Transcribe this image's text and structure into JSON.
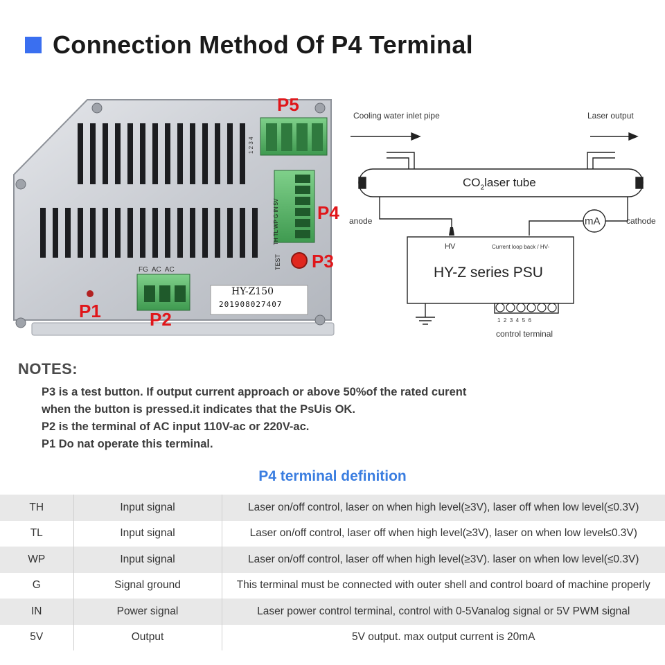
{
  "header": {
    "title": "Connection Method Of P4 Terminal",
    "accent_color": "#3a6ff0"
  },
  "panel": {
    "labels": {
      "p1": "P1",
      "p2": "P2",
      "p3": "P3",
      "p4": "P4",
      "p5": "P5"
    },
    "label_color": "#e0161a",
    "p2_pins": "FG  AC  AC",
    "p4_pins": "TH  TL  WP  G  IN  5V",
    "p5_pins": "1 2 3 4",
    "test_label": "TEST",
    "model": "HY-Z150",
    "serial": "201908027407"
  },
  "diagram": {
    "inlet_label": "Cooling water inlet pipe",
    "output_label": "Laser output",
    "tube_label_pre": "CO",
    "tube_label_sub": "2",
    "tube_label_post": "laser tube",
    "anode_label": "anode",
    "cathode_label": "cathode",
    "meter_label": "mA",
    "hv_label": "HV",
    "loop_label": "Current loop back / HV-",
    "psu_label": "HY-Z series PSU",
    "control_numbers": "1  2  3  4  5  6",
    "control_label": "control terminal"
  },
  "notes": {
    "heading": "NOTES:",
    "lines": [
      "P3 is a test button. If output current approach or above 50%of the rated curent",
      "when the button is pressed.it indicates that the PsUis OK.",
      "P2 is the terminal of AC input 110V-ac or 220V-ac.",
      "P1 Do nat operate this terminal."
    ]
  },
  "definition": {
    "title": "P4 terminal definition",
    "title_color": "#3a7de0",
    "rows": [
      {
        "pin": "TH",
        "type": "Input signal",
        "desc": "Laser on/off control, laser on when high level(≥3V), laser off when low level(≤0.3V)"
      },
      {
        "pin": "TL",
        "type": "Input signal",
        "desc": "Laser on/off control, laser off when high level(≥3V), laser on when low level≤0.3V)"
      },
      {
        "pin": "WP",
        "type": "Input signal",
        "desc": "Laser on/off control, laser off when high level(≥3V). laser on when low level(≤0.3V)"
      },
      {
        "pin": "G",
        "type": "Signal ground",
        "desc": "This terminal must be connected with outer shell and control board of machine properly"
      },
      {
        "pin": "IN",
        "type": "Power signal",
        "desc": "Laser power control terminal, control with 0-5Vanalog signal or 5V PWM signal"
      },
      {
        "pin": "5V",
        "type": "Output",
        "desc": "5V output. max output current is 20mA"
      }
    ]
  }
}
